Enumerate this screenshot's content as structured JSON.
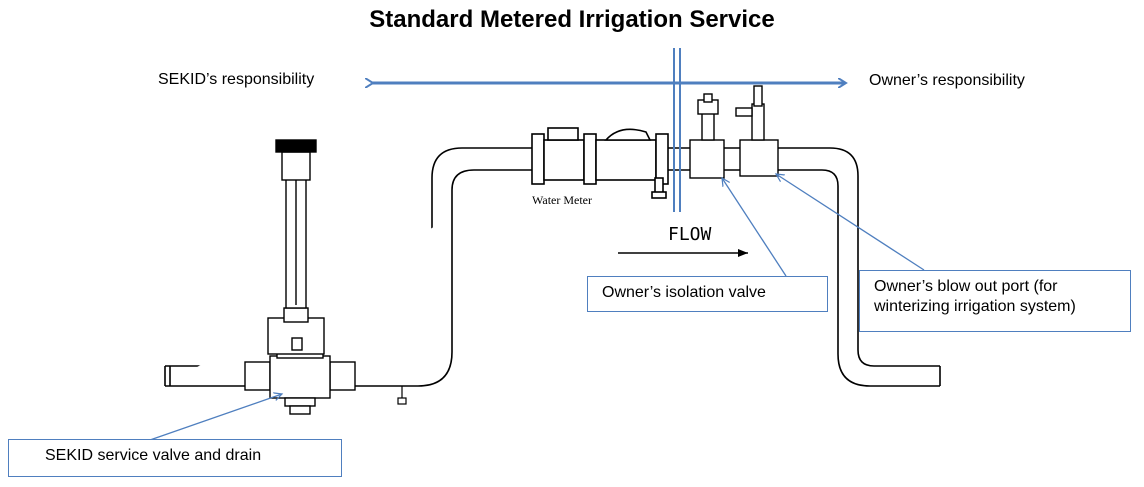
{
  "title": "Standard Metered Irrigation Service",
  "responsibility": {
    "left": "SEKID’s responsibility",
    "right": "Owner’s responsibility"
  },
  "pipe_labels": {
    "water_meter": "Water Meter",
    "flow": "FLOW"
  },
  "callouts": {
    "isolation_valve": "Owner’s isolation valve",
    "blow_out_port": "Owner’s blow out port (for winterizing irrigation system)",
    "service_valve": "SEKID service valve and drain"
  },
  "colors": {
    "accent": "#4f7fbf",
    "line": "#000000"
  }
}
